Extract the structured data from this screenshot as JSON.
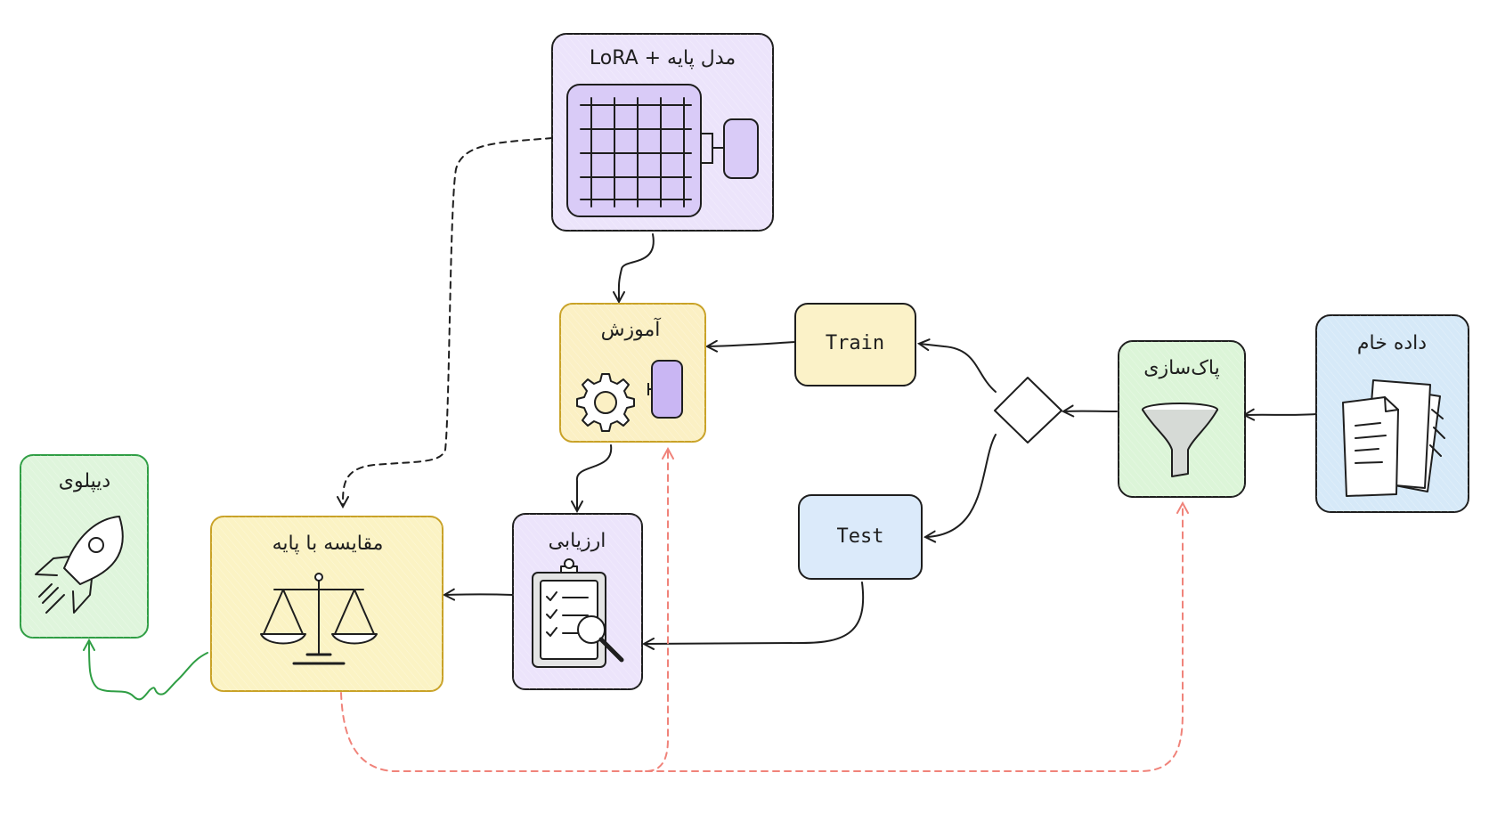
{
  "nodes": {
    "raw_data": {
      "label": "داده خام",
      "icon": "documents-icon",
      "color": "#d6e9f8"
    },
    "cleaning": {
      "label": "پاک‌سازی",
      "icon": "funnel-icon",
      "color": "#dcf5d8"
    },
    "train": {
      "label": "Train",
      "color": "#fbf2c8"
    },
    "test": {
      "label": "Test",
      "color": "#dbeafa"
    },
    "training": {
      "label": "آموزش",
      "icon": "gear-icon",
      "color": "#fbf0c4"
    },
    "base_model": {
      "label": "مدل پایه + LoRA",
      "icon": "grid-matrix-icon",
      "color": "#ece4fb"
    },
    "evaluation": {
      "label": "ارزیابی",
      "icon": "clipboard-check-icon",
      "color": "#ece4fb"
    },
    "compare": {
      "label": "مقایسه با پایه",
      "icon": "scale-icon",
      "color": "#fbf3c4"
    },
    "deploy": {
      "label": "دیپلوی",
      "icon": "rocket-icon",
      "color": "#dff5dc"
    }
  },
  "colors": {
    "ink": "#1e1e1e",
    "feedback_arrow": "#f0837a",
    "deploy_arrow": "#2f9e44",
    "yellow_border": "#c9a227",
    "green_border": "#2f9e44"
  }
}
